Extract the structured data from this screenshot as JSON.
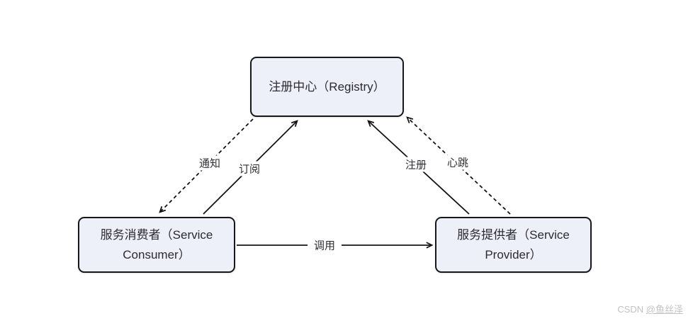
{
  "diagram": {
    "nodes": {
      "registry": {
        "label": "注册中心（Registry）"
      },
      "consumer": {
        "label": "服务消费者（Service Consumer）"
      },
      "provider": {
        "label": "服务提供者（Service Provider）"
      }
    },
    "edges": {
      "notify": {
        "label": "通知",
        "style": "dashed",
        "from": "registry",
        "to": "consumer"
      },
      "subscribe": {
        "label": "订阅",
        "style": "solid",
        "from": "consumer",
        "to": "registry"
      },
      "register": {
        "label": "注册",
        "style": "solid",
        "from": "provider",
        "to": "registry"
      },
      "heartbeat": {
        "label": "心跳",
        "style": "dashed",
        "from": "provider",
        "to": "registry"
      },
      "invoke": {
        "label": "调用",
        "style": "solid",
        "from": "consumer",
        "to": "provider"
      }
    },
    "colors": {
      "node_fill": "#edf0f8",
      "node_border": "#17171c",
      "line": "#141414",
      "text": "#2b2b31",
      "watermark": "#c2c2c4"
    }
  },
  "watermark": {
    "prefix": "CSDN ",
    "handle": "@鱼丝泽"
  }
}
